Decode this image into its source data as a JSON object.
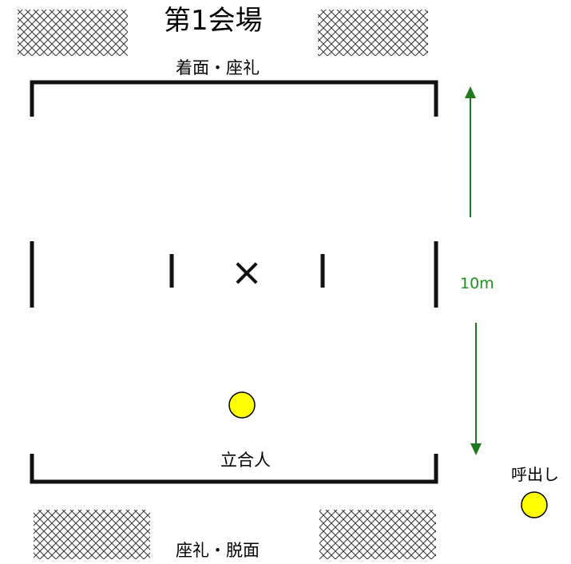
{
  "title": "第1会場",
  "labels": {
    "top": "着面・座礼",
    "bottom": "座礼・脱面",
    "referee": "立合人",
    "caller": "呼出し",
    "distance": "10m"
  },
  "center_mark": "×",
  "colors": {
    "lines": "#111111",
    "arrow": "#1f7a1f",
    "distance_text": "#1f8f1f",
    "circle_fill": "#ffff00",
    "circle_stroke": "#000000"
  }
}
